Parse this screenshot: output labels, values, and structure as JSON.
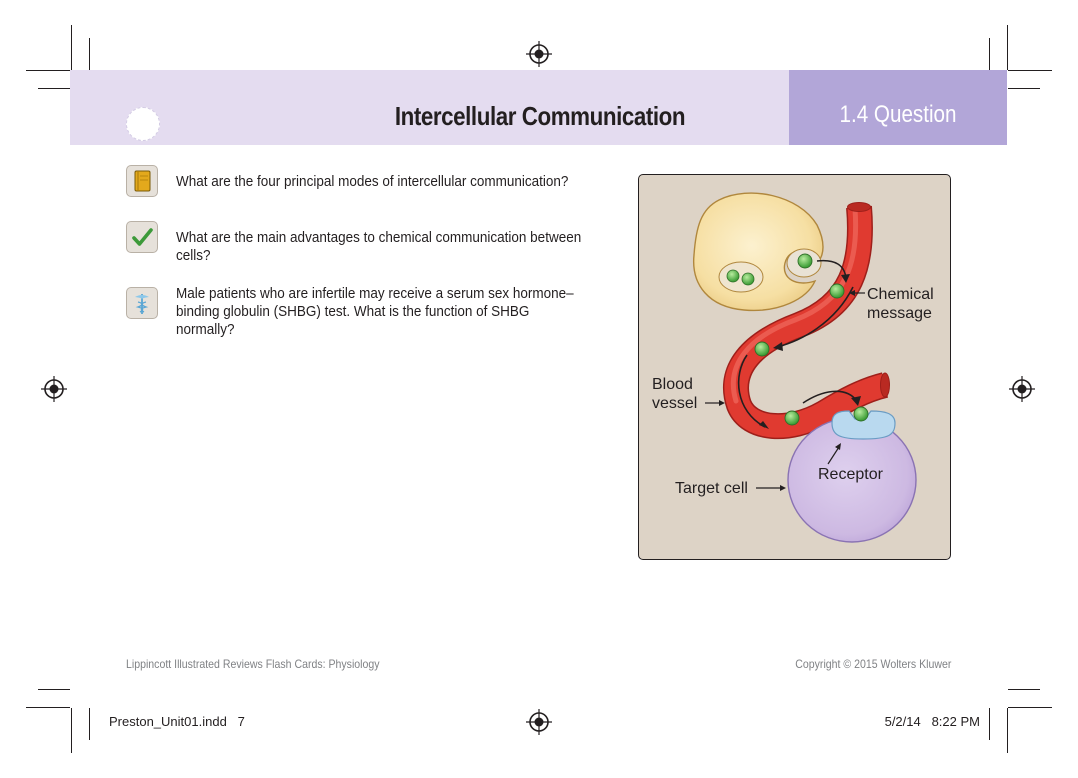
{
  "card": {
    "title": "Intercellular Communication",
    "tag": "1.4 Question"
  },
  "questions": [
    {
      "icon": "notebook-icon",
      "text": "What are the four principal modes of intercellular communication?"
    },
    {
      "icon": "checkmark-icon",
      "text": "What are the main advantages to chemical communication between cells?"
    },
    {
      "icon": "caduceus-icon",
      "text": "Male patients who are infertile may receive a serum sex hormone–binding globulin (SHBG) test. What is the function of SHBG normally?"
    }
  ],
  "figure": {
    "labels": {
      "chemical": "Chemical",
      "message": "message",
      "blood": "Blood",
      "vessel": "vessel",
      "receptor": "Receptor",
      "target_cell": "Target cell"
    },
    "colors": {
      "background": "#ddd3c6",
      "secreting_cell": "#f6dfa3",
      "blood_vessel": "#e03a30",
      "target_cell": "#cdb9e2",
      "receptor": "#b9d9ef",
      "molecule": "#5fbf4f"
    }
  },
  "footer": {
    "left": "Lippincott Illustrated Reviews Flash Cards: Physiology",
    "right": "Copyright © 2015 Wolters Kluwer"
  },
  "slug": {
    "file": "Preston_Unit01.indd   7",
    "date": "5/2/14   8:22 PM"
  }
}
